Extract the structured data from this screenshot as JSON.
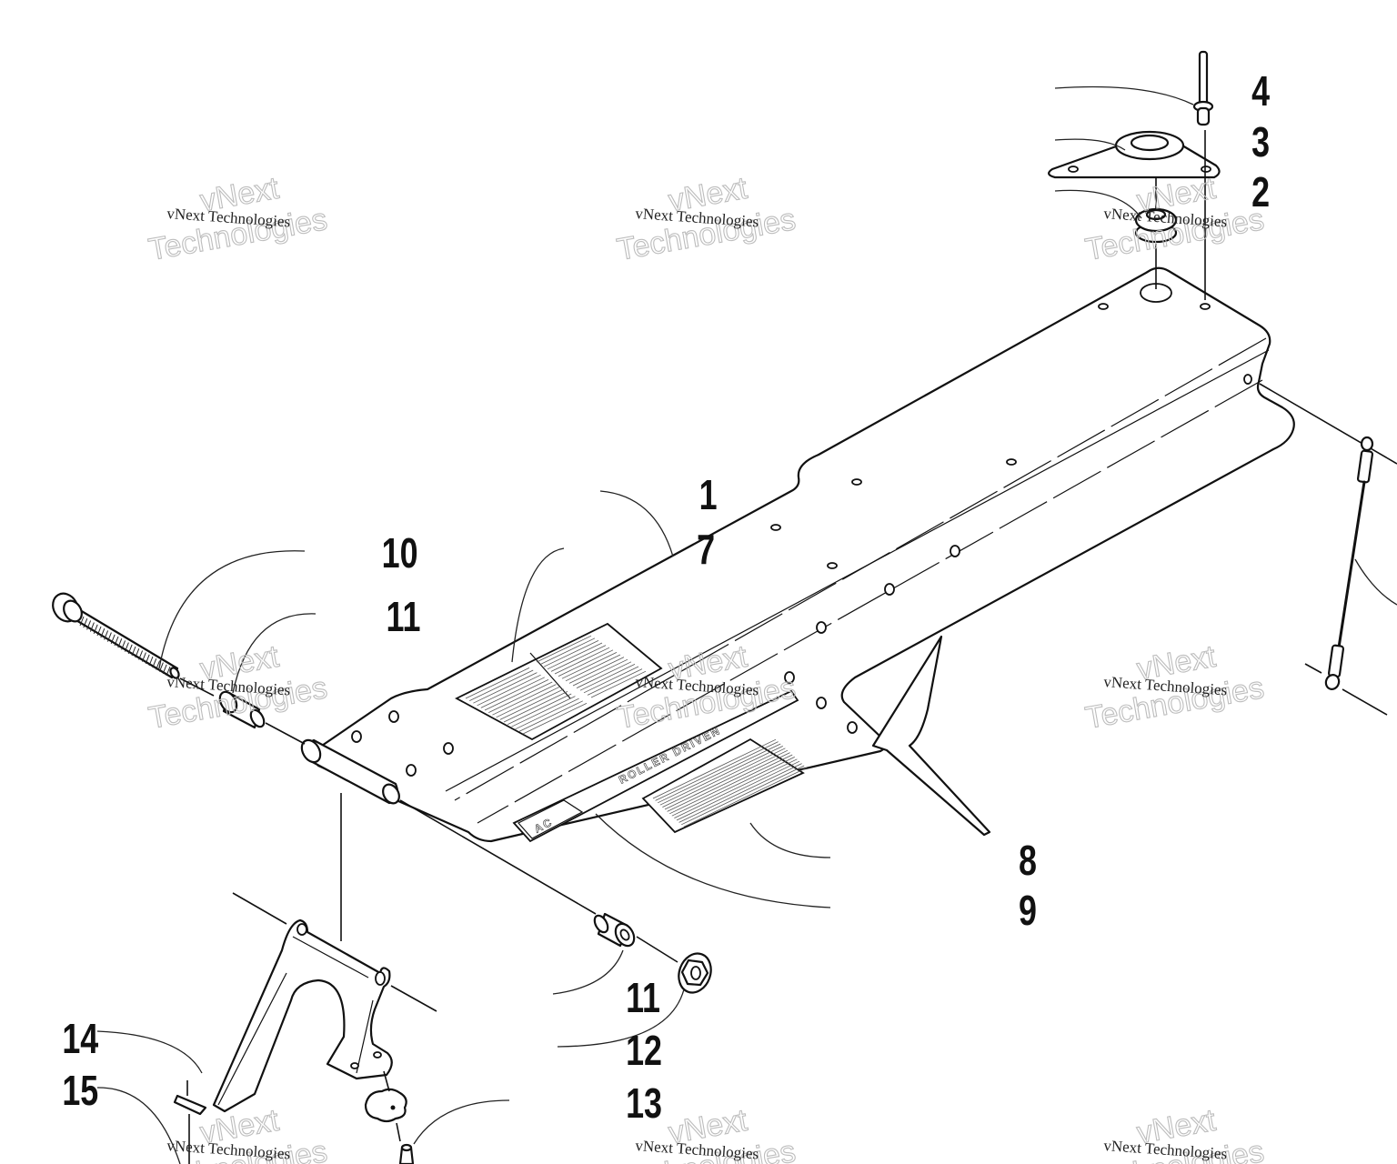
{
  "diagram": {
    "type": "exploded-parts-diagram",
    "subject": "Slide rail / tunnel assembly with mounting bracket and hardware"
  },
  "callouts": [
    {
      "id": "c1",
      "label": "1",
      "part": "rail-body"
    },
    {
      "id": "c2",
      "label": "2",
      "part": "grommet"
    },
    {
      "id": "c3",
      "label": "3",
      "part": "flange-plate"
    },
    {
      "id": "c4",
      "label": "4",
      "part": "rivet"
    },
    {
      "id": "c7",
      "label": "7",
      "part": "decal-upper"
    },
    {
      "id": "c8",
      "label": "8",
      "part": "decal-lower"
    },
    {
      "id": "c9",
      "label": "9",
      "part": "name-decal"
    },
    {
      "id": "c10",
      "label": "10",
      "part": "bolt"
    },
    {
      "id": "c11a",
      "label": "11",
      "part": "bushing-left"
    },
    {
      "id": "c11b",
      "label": "11",
      "part": "bushing-right"
    },
    {
      "id": "c12",
      "label": "12",
      "part": "flange-nut"
    },
    {
      "id": "c13",
      "label": "13",
      "part": "screw"
    },
    {
      "id": "c14",
      "label": "14",
      "part": "bracket"
    },
    {
      "id": "c15",
      "label": "15",
      "part": "pin"
    }
  ],
  "decals": {
    "name_strip": "ROLLER DRIVEN",
    "logo": "AC"
  },
  "watermark": {
    "line_small": "vNext Technologies",
    "line_big_1": "vNext",
    "line_big_2": "Technologies"
  }
}
